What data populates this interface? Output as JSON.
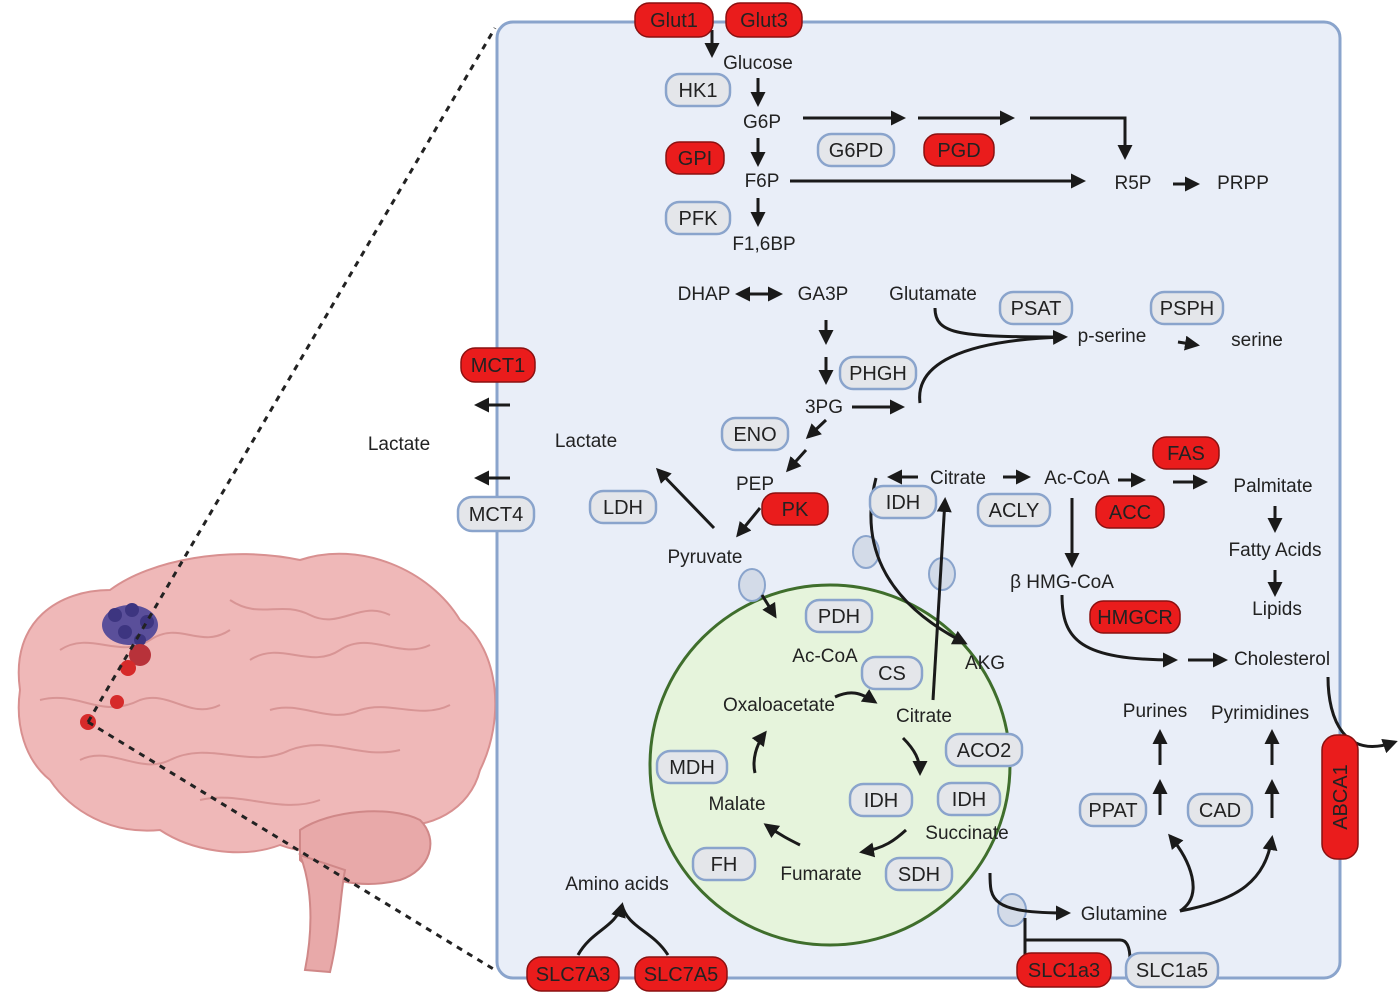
{
  "colors": {
    "cell_fill": "#e9eef8",
    "cell_stroke": "#8aa4cc",
    "mito_fill": "#e6f4dc",
    "mito_stroke": "#3f6e2c",
    "enzyme_fill": "#e4e6ea",
    "enzyme_stroke": "#8aa4cc",
    "highlight_fill": "#ea1c1c",
    "brain": "#efb8b8",
    "tumor": "#5a4f9a"
  },
  "transporters": {
    "glut1": "Glut1",
    "glut3": "Glut3",
    "mct1": "MCT1",
    "mct4": "MCT4",
    "slc7a3": "SLC7A3",
    "slc7a5": "SLC7A5",
    "slc1a3": "SLC1a3",
    "slc1a5": "SLC1a5",
    "abca1": "ABCA1"
  },
  "enzymes": {
    "hk1": "HK1",
    "gpi": "GPI",
    "pfk": "PFK",
    "g6pd": "G6PD",
    "pgd": "PGD",
    "psat": "PSAT",
    "psph": "PSPH",
    "phgh": "PHGH",
    "eno": "ENO",
    "pk": "PK",
    "ldh": "LDH",
    "idh_cyto": "IDH",
    "acly": "ACLY",
    "fas": "FAS",
    "acc": "ACC",
    "hmgcr": "HMGCR",
    "pdh": "PDH",
    "cs": "CS",
    "aco2": "ACO2",
    "idh_a": "IDH",
    "idh_b": "IDH",
    "mdh": "MDH",
    "fh": "FH",
    "sdh": "SDH",
    "ppat": "PPAT",
    "cad": "CAD"
  },
  "metabolites": {
    "glucose": "Glucose",
    "g6p": "G6P",
    "f6p": "F6P",
    "f16bp": "F1,6BP",
    "r5p": "R5P",
    "prpp": "PRPP",
    "dhap": "DHAP",
    "ga3p": "GA3P",
    "glutamate": "Glutamate",
    "p_serine": "p-serine",
    "serine": "serine",
    "threepg": "3PG",
    "pep": "PEP",
    "pyruvate": "Pyruvate",
    "lactate_in": "Lactate",
    "lactate_out": "Lactate",
    "citrate_cyto": "Citrate",
    "ac_coa_cyto": "Ac-CoA",
    "palmitate": "Palmitate",
    "fatty_acids": "Fatty Acids",
    "lipids": "Lipids",
    "hmg_coa": "β HMG-CoA",
    "cholesterol": "Cholesterol",
    "akg": "AKG",
    "ac_coa_mito": "Ac-CoA",
    "oxaloacetate": "Oxaloacetate",
    "citrate_mito": "Citrate",
    "malate": "Malate",
    "succinate": "Succinate",
    "fumarate": "Fumarate",
    "purines": "Purines",
    "pyrimidines": "Pyrimidines",
    "glutamine": "Glutamine",
    "amino_acids": "Amino acids"
  }
}
